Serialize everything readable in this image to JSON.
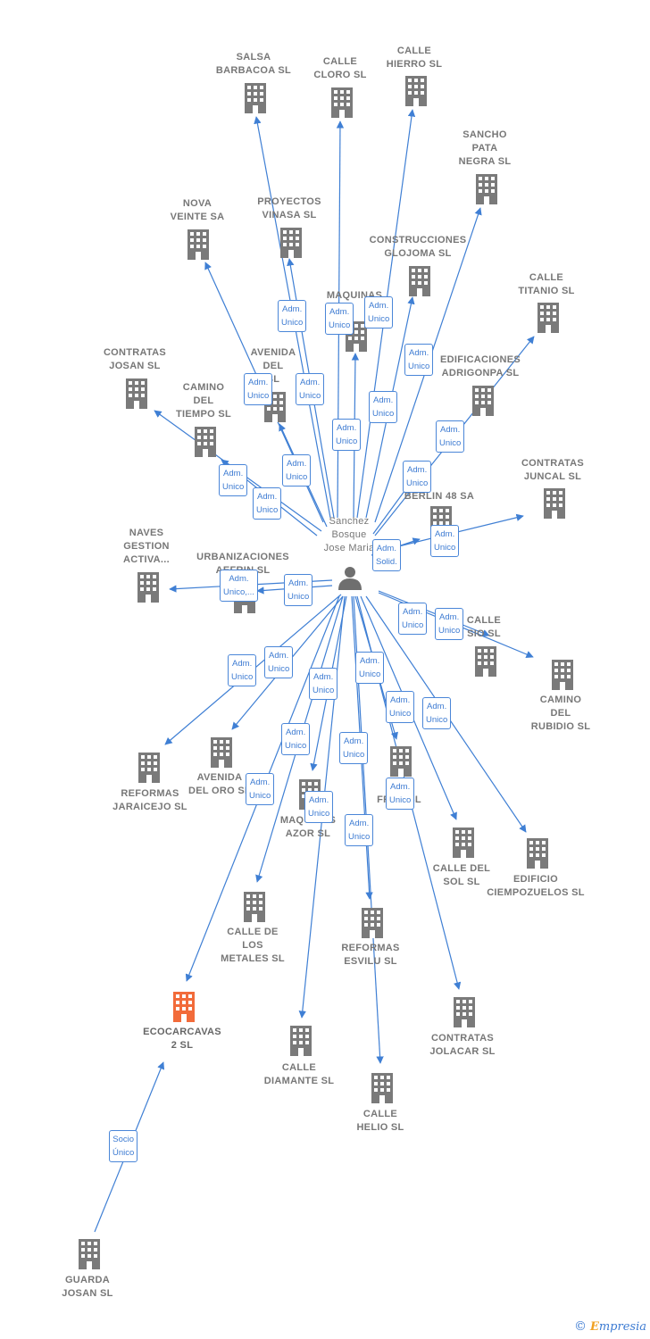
{
  "colors": {
    "edge": "#3f7fd4",
    "building": "#7a7a7a",
    "focus": "#f26b3a",
    "person": "#6f6f6f"
  },
  "person": {
    "label": "Sanchez\nBosque\nJose Maria"
  },
  "companies": [
    {
      "id": "salsa",
      "label": "SALSA\nBARBACOA SL"
    },
    {
      "id": "cloro",
      "label": "CALLE\nCLORO SL"
    },
    {
      "id": "hierro",
      "label": "CALLE\nHIERRO SL"
    },
    {
      "id": "sancho",
      "label": "SANCHO\nPATA\nNEGRA  SL"
    },
    {
      "id": "nova",
      "label": "NOVA\nVEINTE SA"
    },
    {
      "id": "vinasa",
      "label": "PROYECTOS\nVINASA SL"
    },
    {
      "id": "glojoma",
      "label": "CONSTRUCCIONES\nGLOJOMA SL"
    },
    {
      "id": "maquinas",
      "label": "MAQUINAS"
    },
    {
      "id": "titanio",
      "label": "CALLE\nTITANIO SL"
    },
    {
      "id": "contjosan",
      "label": "CONTRATAS\nJOSAN  SL"
    },
    {
      "id": "avdel",
      "label": "AVENIDA\nDEL\n  SL"
    },
    {
      "id": "adrigonpa",
      "label": "EDIFICACIONES\nADRIGONPA SL"
    },
    {
      "id": "camtiempo",
      "label": "CAMINO\nDEL\nTIEMPO SL"
    },
    {
      "id": "juncal",
      "label": "CONTRATAS\nJUNCAL SL"
    },
    {
      "id": "berlin",
      "label": "BERLIN 48 SA"
    },
    {
      "id": "naves",
      "label": "NAVES\nGESTION\nACTIVA..."
    },
    {
      "id": "urban",
      "label": "URBANIZACIONES\nAEFRIN SL"
    },
    {
      "id": "callesio",
      "label": "CALLE\n  SIO SL"
    },
    {
      "id": "rubidio",
      "label": "CAMINO\nDEL\nRUBIDIO SL"
    },
    {
      "id": "jaraicejo",
      "label": "REFORMAS\nJARAICEJO SL"
    },
    {
      "id": "avoro",
      "label": "AVENIDA\nDEL ORO SL"
    },
    {
      "id": "azor",
      "label": "MAQUINAS\nAZOR  SL"
    },
    {
      "id": "fran",
      "label": "M\nFRAN   SL"
    },
    {
      "id": "sol",
      "label": "CALLE DEL\nSOL SL"
    },
    {
      "id": "ciempoz",
      "label": "EDIFICIO\nCIEMPOZUELOS SL"
    },
    {
      "id": "metales",
      "label": "CALLE DE\nLOS\nMETALES SL"
    },
    {
      "id": "esvilu",
      "label": "REFORMAS\nESVILU SL"
    },
    {
      "id": "ecocarcavas",
      "label": "ECOCARCAVAS\n2  SL"
    },
    {
      "id": "jolacar",
      "label": "CONTRATAS\nJOLACAR SL"
    },
    {
      "id": "diamante",
      "label": "CALLE\nDIAMANTE SL"
    },
    {
      "id": "helio",
      "label": "CALLE\nHELIO SL"
    },
    {
      "id": "guarda",
      "label": "GUARDA\nJOSAN  SL"
    }
  ],
  "roles": {
    "adm_unico": "Adm.\nUnico",
    "adm_unico_multi": "Adm.\nUnico,...",
    "adm_solid": "Adm.\nSolid.",
    "socio_unico": "Socio\nÚnico"
  },
  "footer": {
    "copyright": "©",
    "brand_first": "E",
    "brand_rest": "mpresia"
  }
}
